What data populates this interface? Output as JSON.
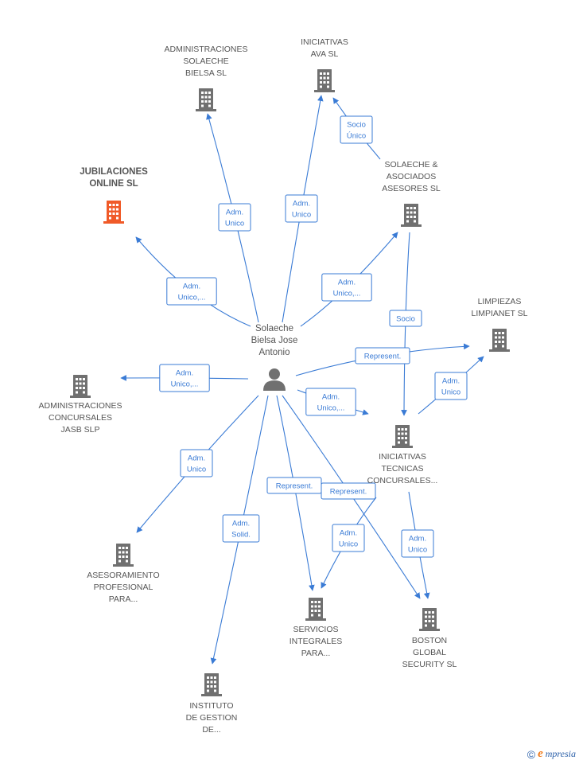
{
  "colors": {
    "edge": "#3a7bd5",
    "building": "#707070",
    "building_highlight": "#f05a28",
    "person": "#707070",
    "text": "#555555"
  },
  "center": {
    "name": "center-person",
    "lines": [
      "Solaeche",
      "Bielsa Jose",
      "Antonio"
    ]
  },
  "nodes": [
    {
      "id": "administraciones-solaeche",
      "lines": [
        "ADMINISTRACIONES",
        "SOLAECHE",
        "BIELSA  SL"
      ],
      "highlight": false
    },
    {
      "id": "iniciativas-ava",
      "lines": [
        "INICIATIVAS",
        "AVA  SL"
      ],
      "highlight": false
    },
    {
      "id": "jubilaciones-online",
      "lines": [
        "JUBILACIONES",
        "ONLINE  SL"
      ],
      "highlight": true
    },
    {
      "id": "solaeche-asociados",
      "lines": [
        "SOLAECHE &",
        "ASOCIADOS",
        "ASESORES  SL"
      ],
      "highlight": false
    },
    {
      "id": "limpiezas-limpianet",
      "lines": [
        "LIMPIEZAS",
        "LIMPIANET  SL"
      ],
      "highlight": false
    },
    {
      "id": "administraciones-concursales",
      "lines": [
        "ADMINISTRACIONES",
        "CONCURSALES",
        "JASB  SLP"
      ],
      "highlight": false
    },
    {
      "id": "iniciativas-tecnicas",
      "lines": [
        "INICIATIVAS",
        "TECNICAS",
        "CONCURSALES..."
      ],
      "highlight": false
    },
    {
      "id": "asesoramiento-profesional",
      "lines": [
        "ASESORAMIENTO",
        "PROFESIONAL",
        "PARA..."
      ],
      "highlight": false
    },
    {
      "id": "servicios-integrales",
      "lines": [
        "SERVICIOS",
        "INTEGRALES",
        "PARA..."
      ],
      "highlight": false
    },
    {
      "id": "boston-global",
      "lines": [
        "BOSTON",
        "GLOBAL",
        "SECURITY  SL"
      ],
      "highlight": false
    },
    {
      "id": "instituto-gestion",
      "lines": [
        "INSTITUTO",
        "DE GESTION",
        "DE..."
      ],
      "highlight": false
    }
  ],
  "edges": [
    {
      "id": "e1",
      "lines": [
        "Adm.",
        "Unico"
      ]
    },
    {
      "id": "e2",
      "lines": [
        "Adm.",
        "Unico"
      ]
    },
    {
      "id": "e3",
      "lines": [
        "Adm.",
        "Unico,..."
      ]
    },
    {
      "id": "e4",
      "lines": [
        "Socio",
        "Único"
      ]
    },
    {
      "id": "e5",
      "lines": [
        "Adm.",
        "Unico,..."
      ]
    },
    {
      "id": "e6",
      "lines": [
        "Socio"
      ]
    },
    {
      "id": "e7",
      "lines": [
        "Represent."
      ]
    },
    {
      "id": "e8",
      "lines": [
        "Adm.",
        "Unico,..."
      ]
    },
    {
      "id": "e9",
      "lines": [
        "Adm.",
        "Unico,..."
      ]
    },
    {
      "id": "e10",
      "lines": [
        "Adm.",
        "Unico"
      ]
    },
    {
      "id": "e11",
      "lines": [
        "Adm.",
        "Unico"
      ]
    },
    {
      "id": "e12",
      "lines": [
        "Adm.",
        "Solid."
      ]
    },
    {
      "id": "e13",
      "lines": [
        "Represent."
      ]
    },
    {
      "id": "e14",
      "lines": [
        "Represent."
      ]
    },
    {
      "id": "e15",
      "lines": [
        "Adm.",
        "Unico"
      ]
    },
    {
      "id": "e16",
      "lines": [
        "Adm.",
        "Unico"
      ]
    }
  ],
  "brand": {
    "copyright": "©",
    "initial": "e",
    "rest": "mpresia"
  }
}
